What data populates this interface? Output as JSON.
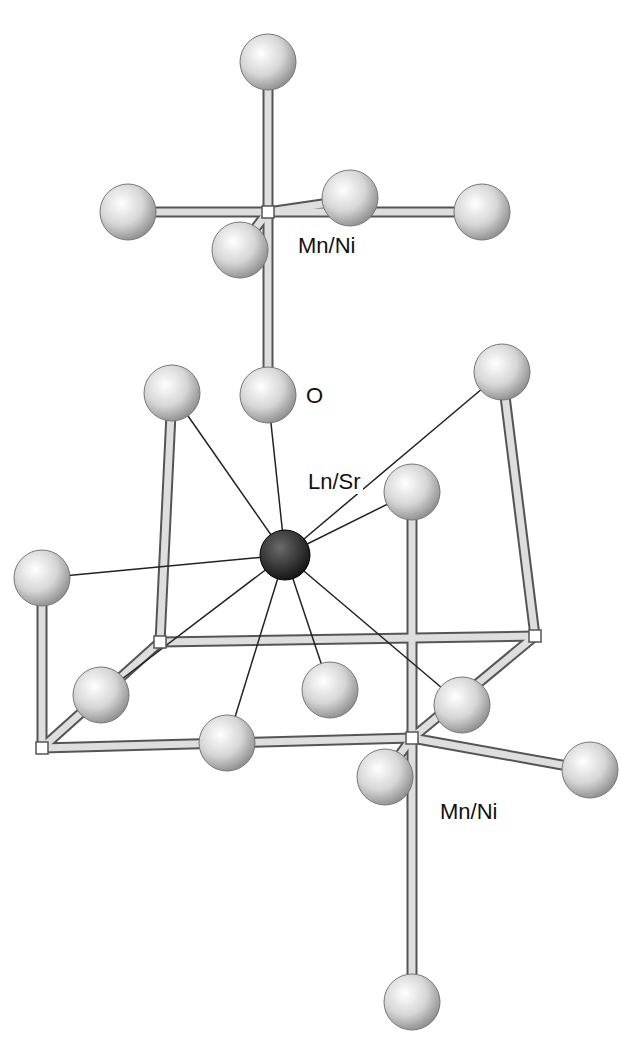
{
  "diagram": {
    "labels": [
      "Mn/Ni",
      "O",
      "Ln/Sr",
      "Mn/Ni"
    ]
  }
}
